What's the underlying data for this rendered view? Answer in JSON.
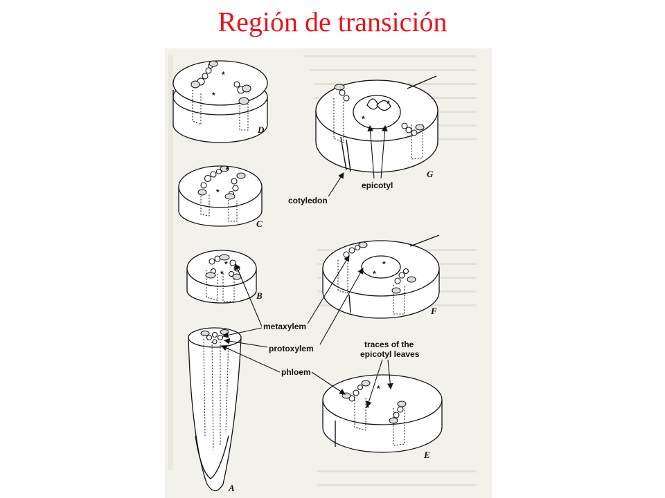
{
  "title": "Región de transición",
  "colors": {
    "title": "#e8141c",
    "ink": "#111111",
    "paper": "#f3f1ec"
  },
  "labels": {
    "cotyledon": "cotyledon",
    "epicotyl": "epicotyl",
    "metaxylem": "metaxylem",
    "protoxylem": "protoxylem",
    "phloem": "phloem",
    "traces_line1": "traces of the",
    "traces_line2": "epicotyl leaves"
  },
  "panels": {
    "a": "A",
    "b": "B",
    "c": "C",
    "d": "D",
    "e": "E",
    "f": "F",
    "g": "G"
  }
}
